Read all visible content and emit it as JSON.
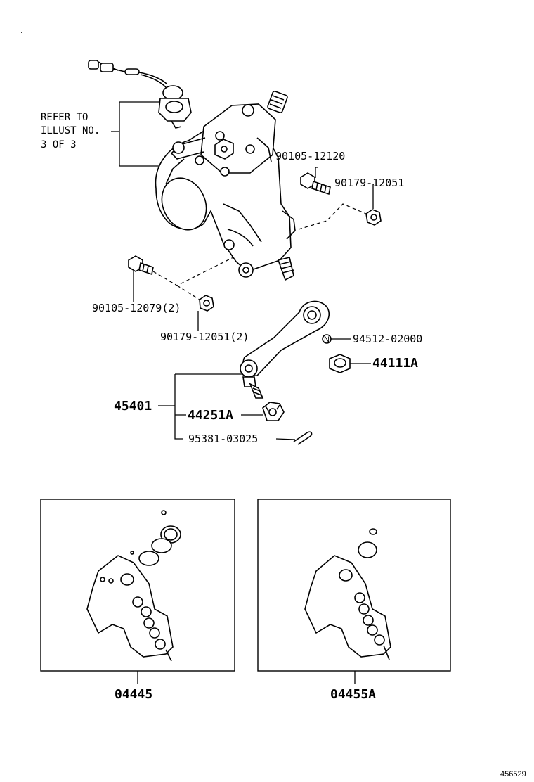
{
  "refer_note": [
    "REFER TO",
    "ILLUST NO.",
    "3 OF 3"
  ],
  "parts": {
    "bolt_top": "90105-12120",
    "nut_top": "90179-12051",
    "bolt_left": "90105-12079(2)",
    "nut_left": "90179-12051(2)",
    "washer": "94512-02000",
    "nut_arm": "44111A",
    "assembly": "45401",
    "castle_nut": "44251A",
    "cotter_pin": "95381-03025",
    "kit_left": "04445",
    "kit_right": "04455A"
  },
  "washer_symbol": "N",
  "diagram_id": "456529"
}
